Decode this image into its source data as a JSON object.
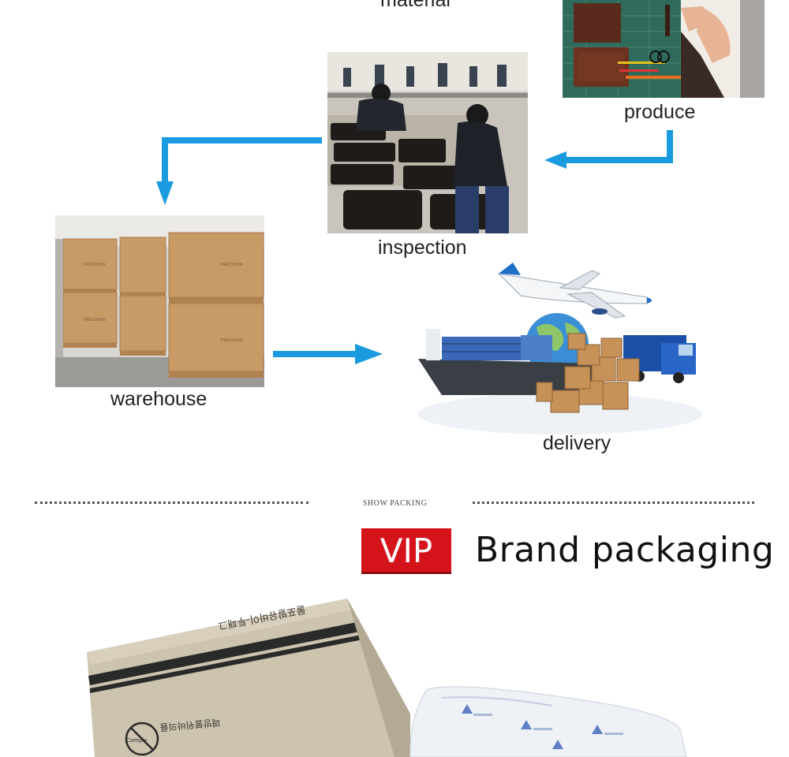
{
  "process": {
    "material_label": "material",
    "produce_label": "produce",
    "inspection_label": "inspection",
    "warehouse_label": "warehouse",
    "delivery_label": "delivery",
    "arrow_color": "#1a9be0"
  },
  "packing": {
    "show_packing_label": "SHOW PACKING",
    "vip_label": "VIP",
    "title": "Brand packaging",
    "vip_color": "#d4131b"
  },
  "images": {
    "box_print_top": "물포발유바이-투패그",
    "box_print_side": "꽤방불위바의륨",
    "box_logo_text": "Comply",
    "warehouse_box_print": "PRECISION"
  }
}
